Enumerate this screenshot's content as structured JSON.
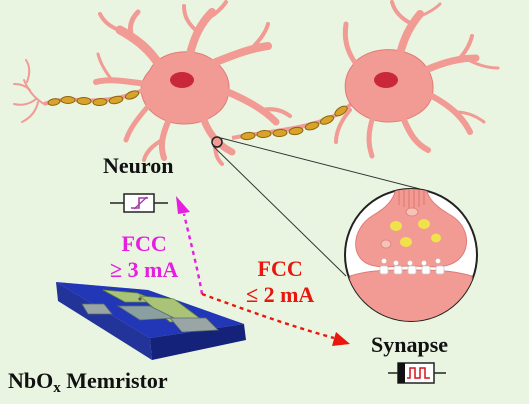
{
  "labels": {
    "neuron": "Neuron",
    "synapse": "Synapse",
    "memristor_main": "NbO",
    "memristor_sub": "x",
    "memristor_tail": " Memristor"
  },
  "conditions": {
    "neuron": {
      "line1": "FCC",
      "line2": "≥ 3 mA",
      "color": "#e61ee0"
    },
    "synapse": {
      "line1": "FCC",
      "line2": "≤ 2 mA",
      "color": "#e8160c"
    }
  },
  "colors": {
    "background": "#e9f5e1",
    "cell_body": "#f29a94",
    "nucleus": "#c9283a",
    "myelin": "#d9a32a",
    "device_substrate": "#2a3fbf",
    "device_electrode": "#8aa85a"
  },
  "icons": {
    "neuron_symbol": "threshold-switch-icon",
    "synapse_symbol": "memristor-icon"
  }
}
